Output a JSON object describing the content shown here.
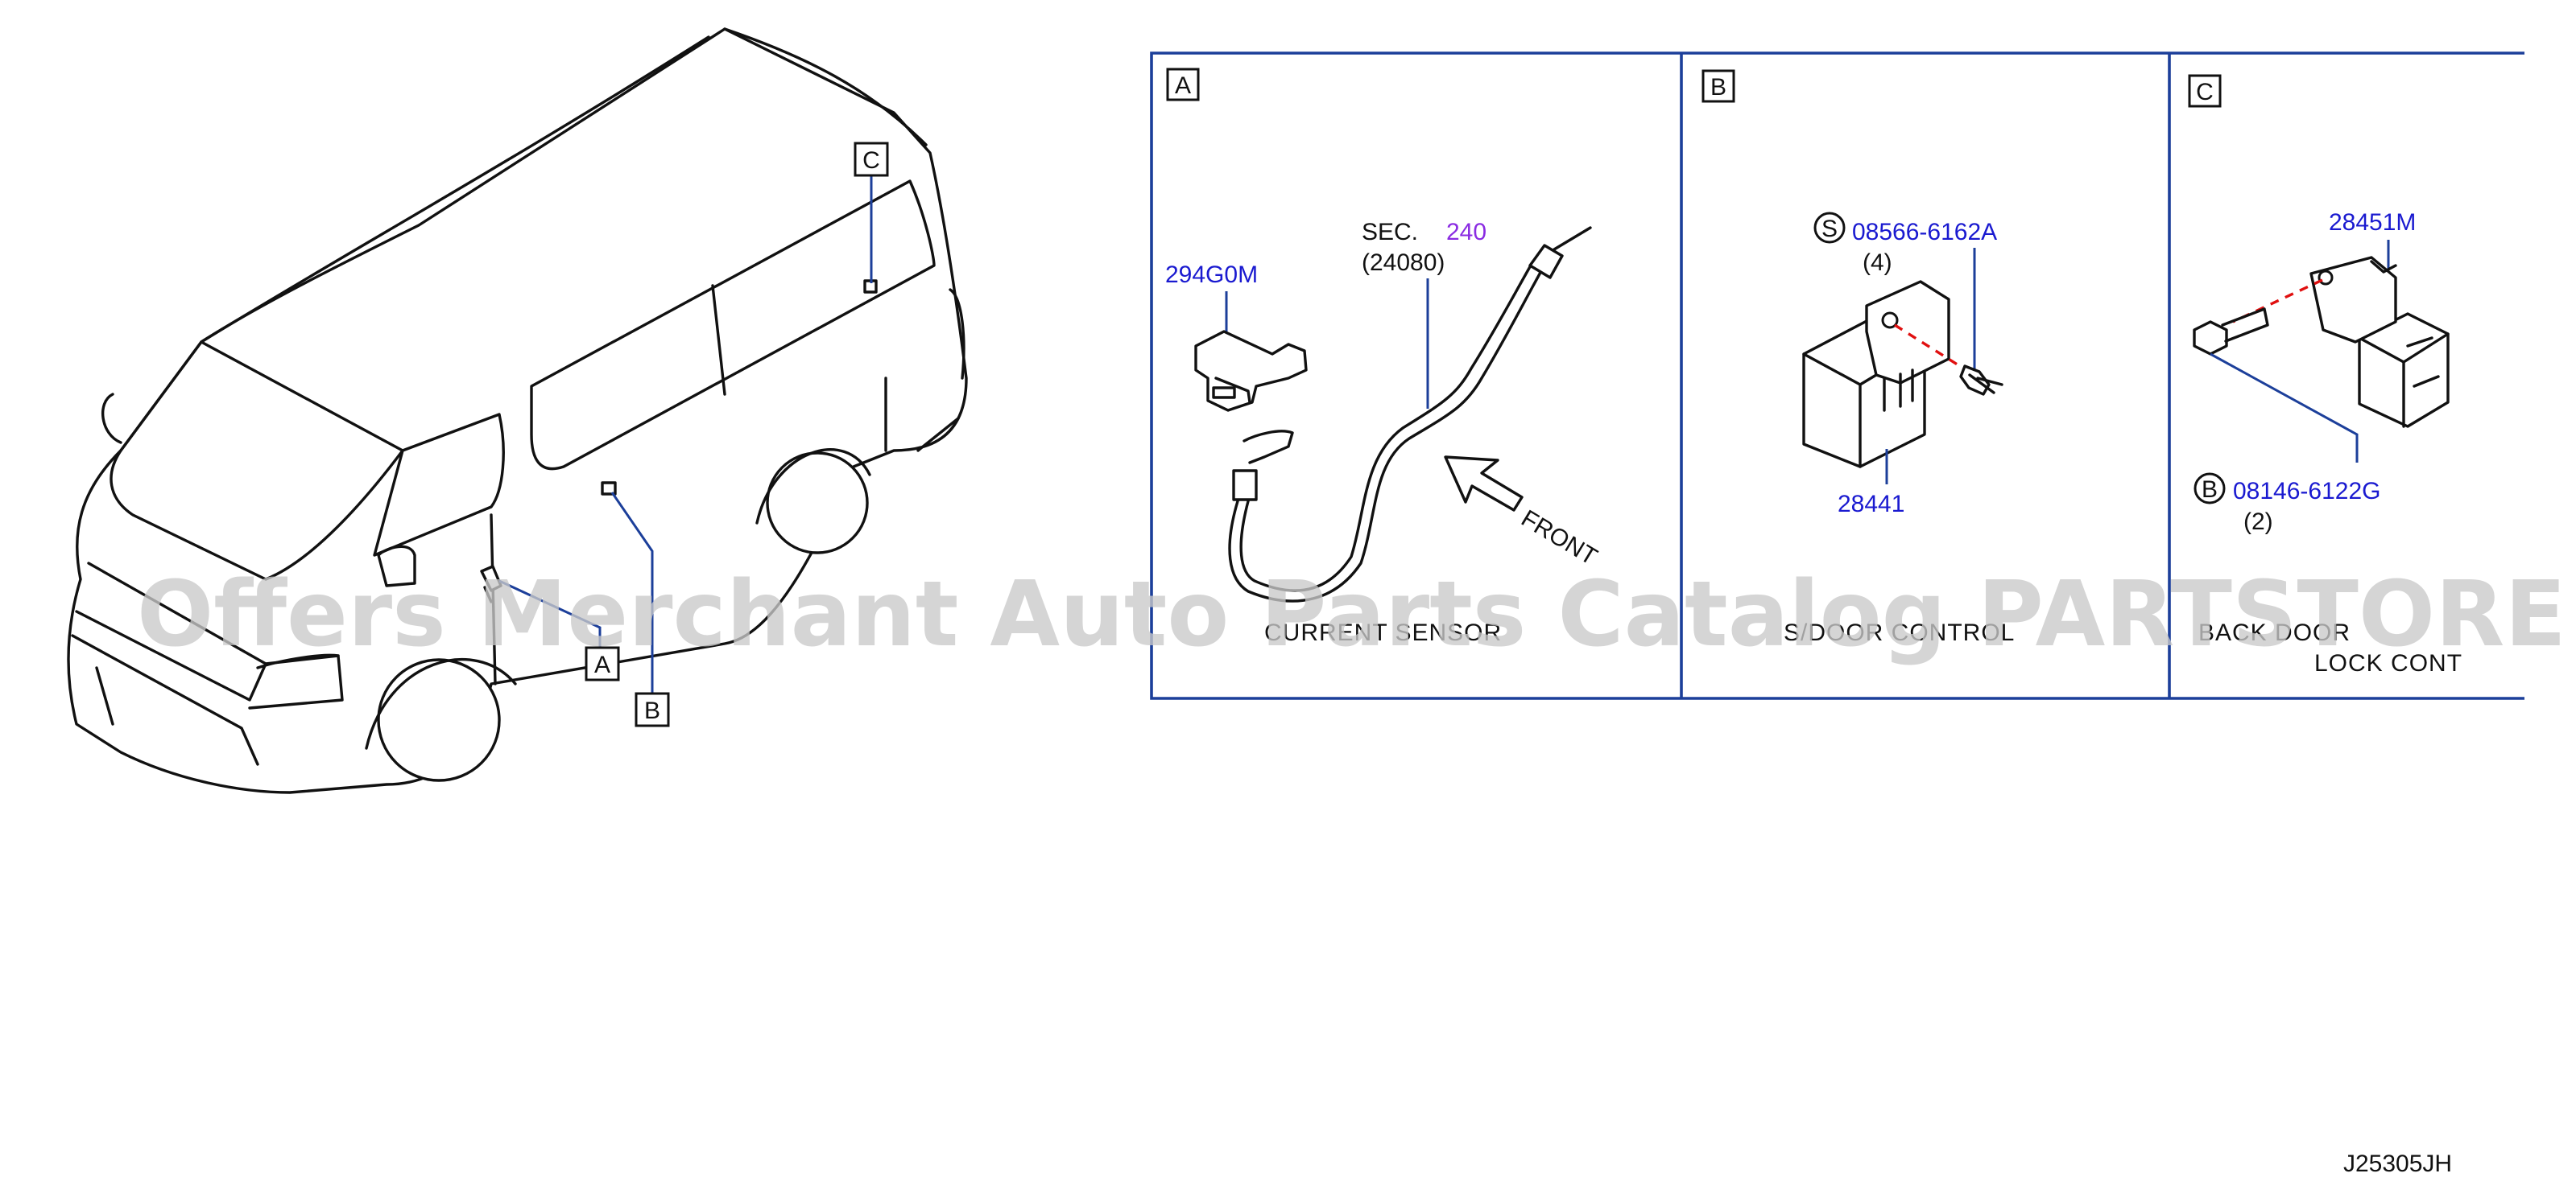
{
  "diagram_code": "J25305JH",
  "watermark": "Offers Merchant Auto Parts Catalog PARTSTORE SA",
  "vehicle": {
    "locator_labels": [
      "A",
      "B",
      "C"
    ]
  },
  "panels": [
    {
      "label": "A",
      "part_number": "294G0M",
      "section_prefix": "SEC.",
      "section_number": "240",
      "section_sub": "(24080)",
      "direction": "FRONT",
      "caption": "CURRENT SENSOR"
    },
    {
      "label": "B",
      "screw_marker": "S",
      "screw_part": "08566-6162A",
      "screw_qty": "(4)",
      "part_number": "28441",
      "caption": "S/DOOR CONTROL"
    },
    {
      "label": "C",
      "part_number": "28451M",
      "bolt_marker": "B",
      "bolt_part": "08146-6122G",
      "bolt_qty": "(2)",
      "caption_line1": "BACK DOOR",
      "caption_line2": "LOCK CONT"
    }
  ],
  "colors": {
    "callout_blue": "#1a1ad0",
    "section_purple": "#8a2be2",
    "frame_blue": "#1c3f9a",
    "dash_red": "#e01010"
  }
}
